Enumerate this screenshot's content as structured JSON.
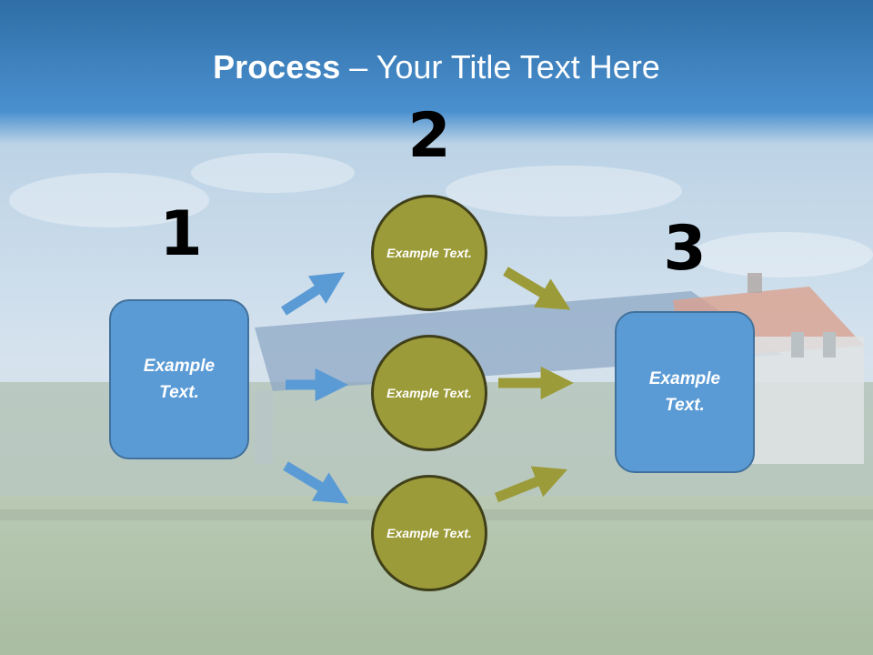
{
  "slide": {
    "title_bold": "Process",
    "title_rest": " – Your Title Text Here",
    "step_numbers": [
      "1",
      "2",
      "3"
    ],
    "left_box": "Example Text.",
    "right_box": "Example Text.",
    "circles": [
      "Example Text.",
      "Example Text.",
      "Example Text."
    ]
  },
  "colors": {
    "header_blue": "#2e75b6",
    "box_fill": "#5b9bd5",
    "box_border": "#41719c",
    "circle_fill": "#9c9b39",
    "circle_border": "#3f3f1a",
    "arrow_blue": "#5b9bd5",
    "arrow_olive": "#9c9b39"
  }
}
